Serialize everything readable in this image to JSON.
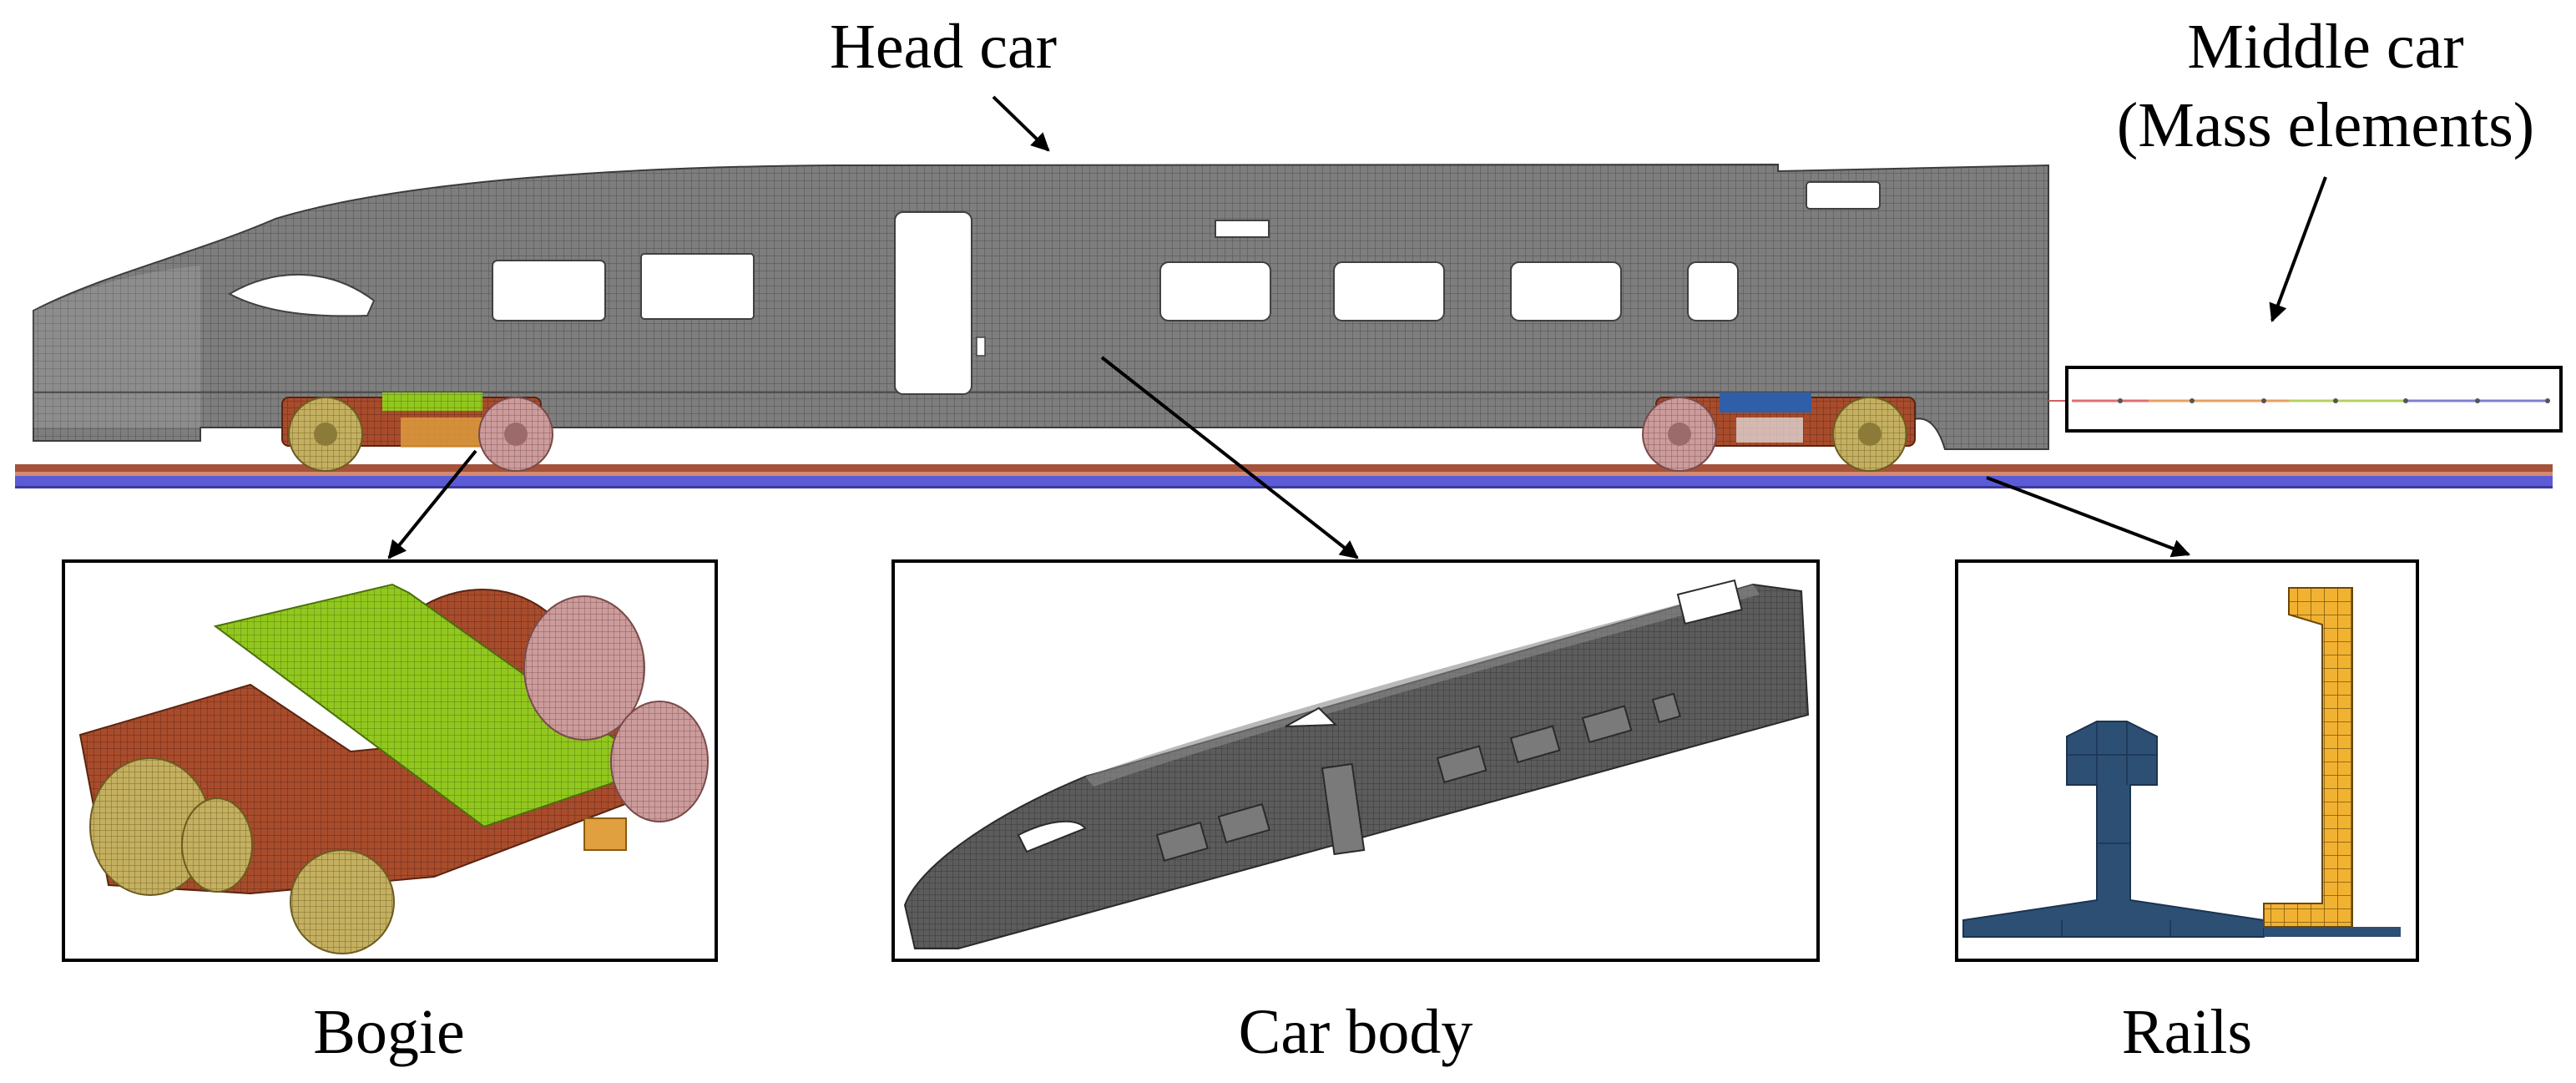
{
  "labels": {
    "head_car": "Head car",
    "middle_car_line1": "Middle car",
    "middle_car_line2": "(Mass elements)",
    "bogie": "Bogie",
    "car_body": "Car body",
    "rails": "Rails"
  },
  "colors": {
    "mesh_gray": "#7c7c7c",
    "mesh_line": "#4a4a4a",
    "bogie_frame": "#a0482a",
    "bolster": "#8cc21c",
    "wheel": "#bfae5c",
    "wheel_pink": "#c99a9a",
    "rail_blue": "#2e4f74",
    "guard_orange": "#f0b030",
    "track_red": "#a5523a",
    "track_blue": "#5b5bd6"
  }
}
